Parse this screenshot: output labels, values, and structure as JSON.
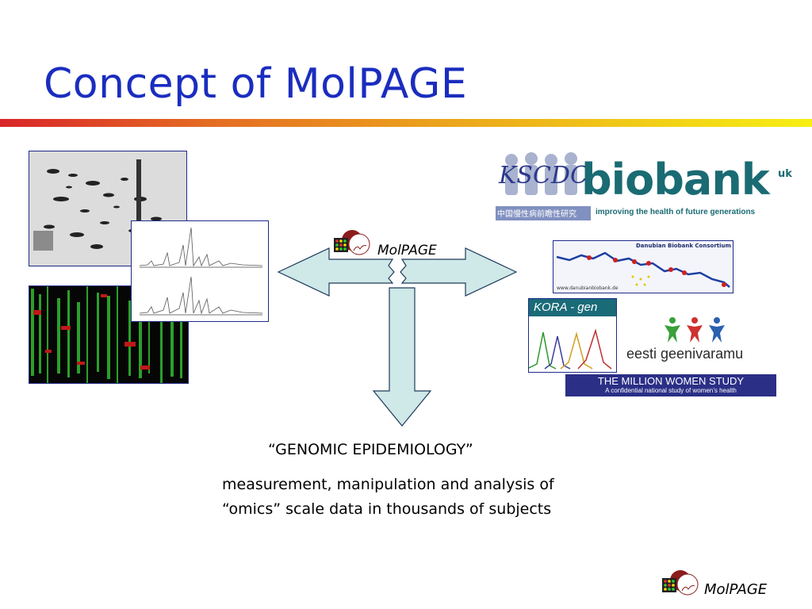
{
  "slide": {
    "title": "Concept of MolPAGE",
    "center_label": "MolPAGE",
    "genomic_label": "“GENOMIC EPIDEMIOLOGY”",
    "measurement_line1": "measurement, manipulation and analysis of",
    "measurement_line2": "“omics” scale data in thousands of subjects",
    "footer_label": "MolPAGE"
  },
  "logos": {
    "kscdc": "KSCDC",
    "kscdc_chinese": "中国慢性病前瞻性研究",
    "biobank": "biobank",
    "biobank_uk": "uk",
    "biobank_tagline": "improving the health of future generations",
    "danubian_title": "Danubian Biobank Consortium",
    "danubian_url": "www.danubianbiobank.de",
    "kora": "KORA - gen",
    "eesti": "eesti geenivaramu",
    "million_women_title": "THE MILLION WOMEN STUDY",
    "million_women_subtitle": "A confidential national study of women’s health"
  },
  "colors": {
    "title": "#1a2dbf",
    "arrow_fill": "#cfe8e8",
    "arrow_stroke": "#1f3b5a",
    "biobank_teal": "#1a6b73"
  }
}
